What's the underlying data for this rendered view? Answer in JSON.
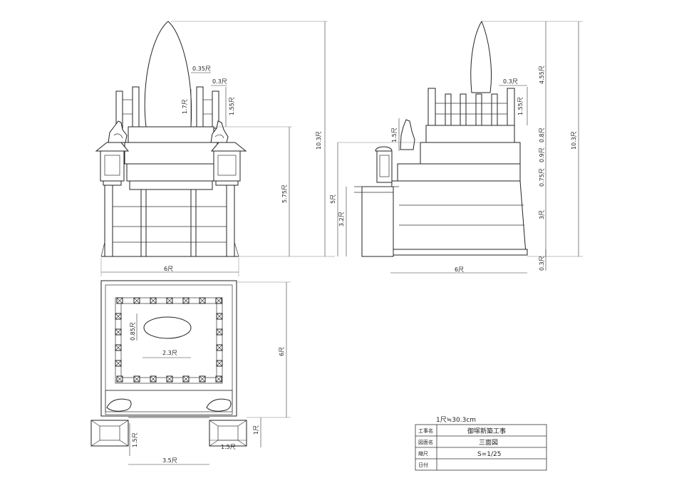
{
  "front_view": {
    "dims": {
      "d035": "0.35尺",
      "d03": "0.3尺",
      "d17": "1.7尺",
      "d155": "1.55尺",
      "d103": "10.3尺",
      "d575": "5.75尺",
      "width": "6尺"
    }
  },
  "side_view": {
    "dims": {
      "d03top": "0.3尺",
      "d455": "4.55尺",
      "d155": "1.55尺",
      "d103": "10.3尺",
      "d15": "1.5尺",
      "d08": "0.8尺",
      "d09": "0.9尺",
      "d075": "0.75尺",
      "d5": "5尺",
      "d32": "3.2尺",
      "d3": "3尺",
      "d03bot": "0.3尺",
      "width": "6尺"
    }
  },
  "plan_view": {
    "dims": {
      "d085": "0.85尺",
      "d23": "2.3尺",
      "d6": "6尺",
      "d1": "1尺",
      "d15a": "1.5尺",
      "d15b": "1.5尺",
      "d35": "3.5尺"
    }
  },
  "scale_note": "1尺≒30.3cm",
  "title_block": {
    "rows": [
      {
        "label": "工事名",
        "value": "御塚新築工事"
      },
      {
        "label": "図面名",
        "value": "三面図"
      },
      {
        "label": "縮尺",
        "value": "S=1/25"
      },
      {
        "label": "日付",
        "value": ""
      }
    ]
  },
  "icons": [
    "fox-statue-icon",
    "lantern-icon",
    "stone-lantern-icon"
  ]
}
